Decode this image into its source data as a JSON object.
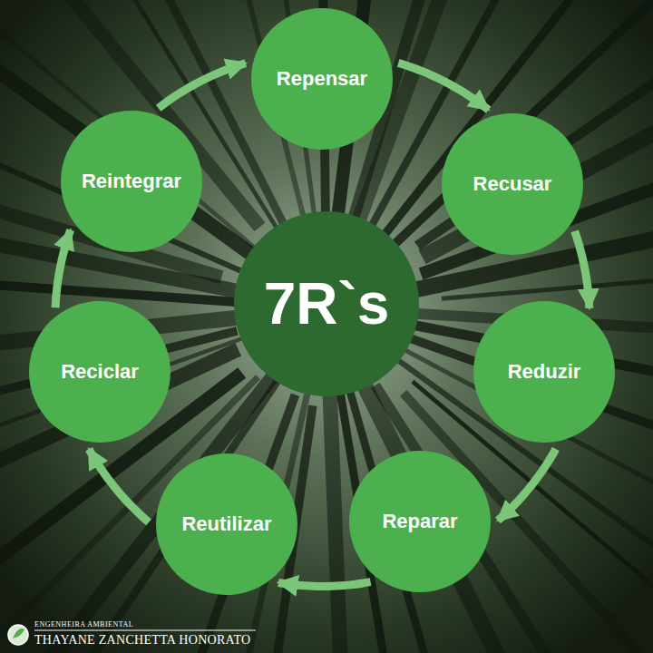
{
  "diagram": {
    "nodes": [
      {
        "text": [
          "7R`s"
        ]
      },
      {
        "text": [
          "Repensar"
        ]
      },
      {
        "text": [
          "Recusar"
        ]
      },
      {
        "text": [
          "Reduzir"
        ]
      },
      {
        "text": [
          "Reparar"
        ]
      },
      {
        "text": [
          "Reutilizar"
        ]
      },
      {
        "text": [
          "Reciclar"
        ]
      },
      {
        "text": [
          "Reintegrar"
        ]
      }
    ],
    "edges": [
      {
        "from": 1,
        "to": 2,
        "arrow": "to"
      },
      {
        "from": 2,
        "to": 3,
        "arrow": "to"
      },
      {
        "from": 3,
        "to": 4,
        "arrow": "to"
      },
      {
        "from": 4,
        "to": 5,
        "arrow": "to"
      },
      {
        "from": 5,
        "to": 6,
        "arrow": "to"
      },
      {
        "from": 6,
        "to": 7,
        "arrow": "to"
      },
      {
        "from": 7,
        "to": 1,
        "arrow": "to"
      }
    ],
    "labels": [
      "ENGENHEIRA AMBIENTAL",
      "THAYANE ZANCHETTA HONORATO"
    ]
  }
}
